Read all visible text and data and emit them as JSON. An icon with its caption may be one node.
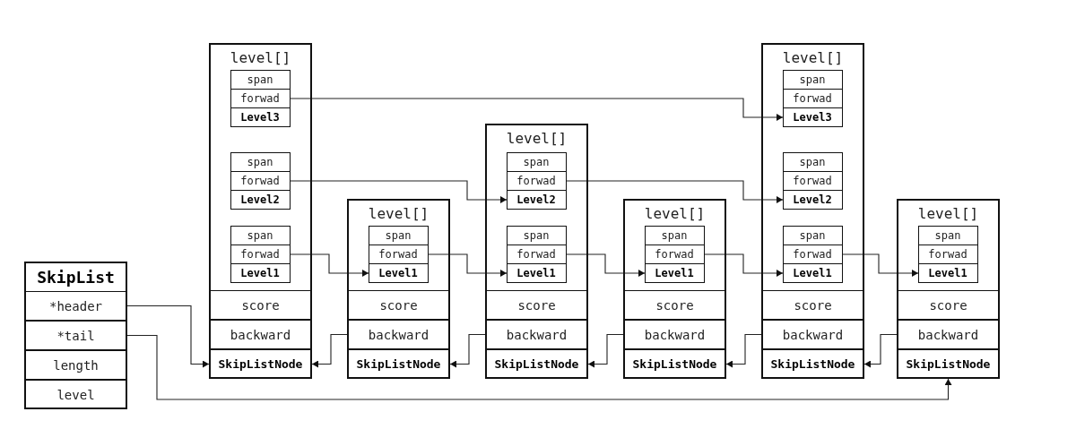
{
  "diagram": {
    "nodes": [
      {
        "text": [
          "SkipList"
        ]
      },
      {
        "text": [
          "*header"
        ],
        "in": 0
      },
      {
        "text": [
          "*tail"
        ],
        "in": 0
      },
      {
        "text": [
          "length"
        ],
        "in": 0
      },
      {
        "text": [
          "level"
        ],
        "in": 0
      },
      {
        "text": [
          "level[]"
        ]
      },
      {
        "text": [],
        "shape": "box",
        "in": 5
      },
      {
        "text": [
          "span"
        ],
        "in": 6
      },
      {
        "text": [
          "forwad"
        ],
        "in": 6
      },
      {
        "text": [
          "Level3"
        ],
        "in": 6
      },
      {
        "text": [],
        "shape": "box",
        "in": 5
      },
      {
        "text": [
          "span"
        ],
        "in": 10
      },
      {
        "text": [
          "forwad"
        ],
        "in": 10
      },
      {
        "text": [
          "Level2"
        ],
        "in": 10
      },
      {
        "text": [],
        "shape": "box",
        "in": 5
      },
      {
        "text": [
          "span"
        ],
        "in": 14
      },
      {
        "text": [
          "forwad"
        ],
        "in": 14
      },
      {
        "text": [
          "Level1"
        ],
        "in": 14
      },
      {
        "text": [
          "score"
        ],
        "in": 5
      },
      {
        "text": [
          "backward"
        ],
        "in": 5
      },
      {
        "text": [
          "SkipListNode"
        ],
        "in": 5
      },
      {
        "text": [
          "level[]"
        ]
      },
      {
        "text": [],
        "shape": "box",
        "in": 21
      },
      {
        "text": [
          "span"
        ],
        "in": 22
      },
      {
        "text": [
          "forwad"
        ],
        "in": 22
      },
      {
        "text": [
          "Level1"
        ],
        "in": 22
      },
      {
        "text": [
          "score"
        ],
        "in": 21
      },
      {
        "text": [
          "backward"
        ],
        "in": 21
      },
      {
        "text": [
          "SkipListNode"
        ],
        "in": 21
      },
      {
        "text": [
          "level[]"
        ]
      },
      {
        "text": [],
        "shape": "box",
        "in": 29
      },
      {
        "text": [
          "span"
        ],
        "in": 30
      },
      {
        "text": [
          "forwad"
        ],
        "in": 30
      },
      {
        "text": [
          "Level2"
        ],
        "in": 30
      },
      {
        "text": [],
        "shape": "box",
        "in": 29
      },
      {
        "text": [
          "span"
        ],
        "in": 34
      },
      {
        "text": [
          "forwad"
        ],
        "in": 34
      },
      {
        "text": [
          "Level1"
        ],
        "in": 34
      },
      {
        "text": [
          "score"
        ],
        "in": 29
      },
      {
        "text": [
          "backward"
        ],
        "in": 29
      },
      {
        "text": [
          "SkipListNode"
        ],
        "in": 29
      },
      {
        "text": [
          "level[]"
        ]
      },
      {
        "text": [],
        "shape": "box",
        "in": 41
      },
      {
        "text": [
          "span"
        ],
        "in": 42
      },
      {
        "text": [
          "forwad"
        ],
        "in": 42
      },
      {
        "text": [
          "Level1"
        ],
        "in": 42
      },
      {
        "text": [
          "score"
        ],
        "in": 41
      },
      {
        "text": [
          "backward"
        ],
        "in": 41
      },
      {
        "text": [
          "SkipListNode"
        ],
        "in": 41
      },
      {
        "text": [
          "level[]"
        ]
      },
      {
        "text": [],
        "shape": "box",
        "in": 49
      },
      {
        "text": [
          "span"
        ],
        "in": 50
      },
      {
        "text": [
          "forwad"
        ],
        "in": 50
      },
      {
        "text": [
          "Level3"
        ],
        "in": 50
      },
      {
        "text": [],
        "shape": "box",
        "in": 49
      },
      {
        "text": [
          "span"
        ],
        "in": 54
      },
      {
        "text": [
          "forwad"
        ],
        "in": 54
      },
      {
        "text": [
          "Level2"
        ],
        "in": 54
      },
      {
        "text": [],
        "shape": "box",
        "in": 49
      },
      {
        "text": [
          "span"
        ],
        "in": 58
      },
      {
        "text": [
          "forwad"
        ],
        "in": 58
      },
      {
        "text": [
          "Level1"
        ],
        "in": 58
      },
      {
        "text": [
          "score"
        ],
        "in": 49
      },
      {
        "text": [
          "backward"
        ],
        "in": 49
      },
      {
        "text": [
          "SkipListNode"
        ],
        "in": 49
      },
      {
        "text": [
          "level[]"
        ]
      },
      {
        "text": [],
        "shape": "box",
        "in": 65
      },
      {
        "text": [
          "span"
        ],
        "in": 66
      },
      {
        "text": [
          "forwad"
        ],
        "in": 66
      },
      {
        "text": [
          "Level1"
        ],
        "in": 66
      },
      {
        "text": [
          "score"
        ],
        "in": 65
      },
      {
        "text": [
          "backward"
        ],
        "in": 65
      },
      {
        "text": [
          "SkipListNode"
        ],
        "in": 65
      }
    ],
    "edges": [
      {
        "from": 1,
        "to": 20,
        "arrow": "to"
      },
      {
        "from": 2,
        "to": 72,
        "arrow": "to"
      },
      {
        "from": 8,
        "to": 53,
        "arrow": "to"
      },
      {
        "from": 12,
        "to": 33,
        "arrow": "to"
      },
      {
        "from": 32,
        "to": 57,
        "arrow": "to"
      },
      {
        "from": 16,
        "to": 25,
        "arrow": "to"
      },
      {
        "from": 24,
        "to": 37,
        "arrow": "to"
      },
      {
        "from": 36,
        "to": 45,
        "arrow": "to"
      },
      {
        "from": 44,
        "to": 61,
        "arrow": "to"
      },
      {
        "from": 60,
        "to": 69,
        "arrow": "to"
      },
      {
        "from": 27,
        "to": 20,
        "arrow": "to"
      },
      {
        "from": 39,
        "to": 28,
        "arrow": "to"
      },
      {
        "from": 47,
        "to": 40,
        "arrow": "to"
      },
      {
        "from": 63,
        "to": 48,
        "arrow": "to"
      },
      {
        "from": 71,
        "to": 64,
        "arrow": "to"
      }
    ]
  }
}
